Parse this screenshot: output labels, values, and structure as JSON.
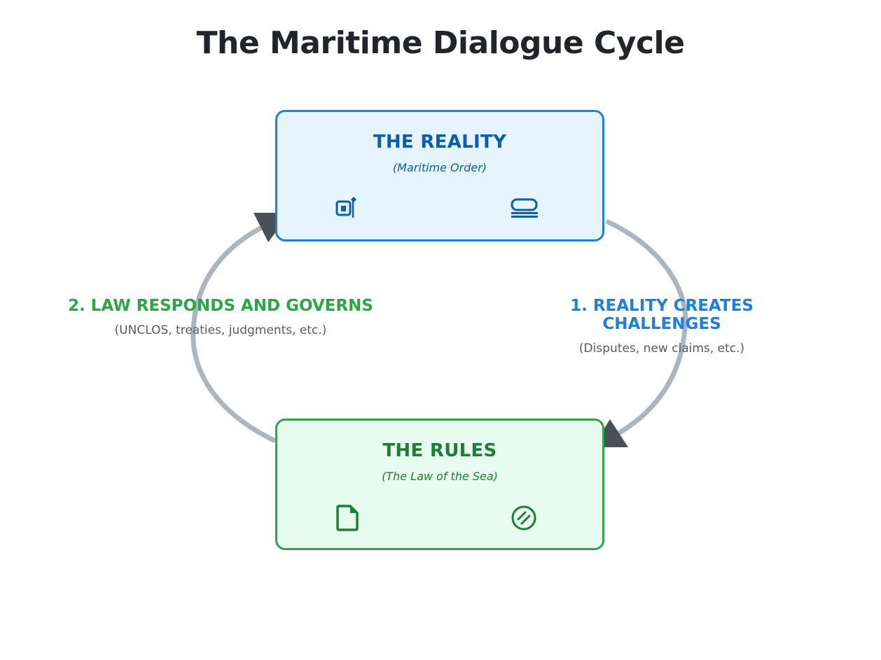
{
  "title": "The Maritime Dialogue Cycle",
  "colors": {
    "reality_accent": "#1a7fe8",
    "reality_text": "#0a5cb8",
    "reality_fill": "#e6f4fd",
    "rules_accent": "#2ea44f",
    "rules_text": "#1e7e34",
    "rules_fill": "#e6fcef",
    "arc": "#adb5bd",
    "arrowhead": "#495057"
  },
  "nodes": {
    "reality": {
      "title": "THE REALITY",
      "subtitle": "(Maritime Order)",
      "icons": [
        "flag-building-icon",
        "ship-hull-icon"
      ]
    },
    "rules": {
      "title": "THE RULES",
      "subtitle": "(The Law of the Sea)",
      "icons": [
        "document-icon",
        "prohibited-circle-icon"
      ]
    }
  },
  "edges": {
    "challenges": {
      "heading": "1. REALITY CREATES CHALLENGES",
      "description": "(Disputes, new claims, etc.)",
      "from": "reality",
      "to": "rules"
    },
    "law": {
      "heading": "2. LAW RESPONDS AND GOVERNS",
      "description": "(UNCLOS, treaties, judgments, etc.)",
      "from": "rules",
      "to": "reality"
    }
  }
}
